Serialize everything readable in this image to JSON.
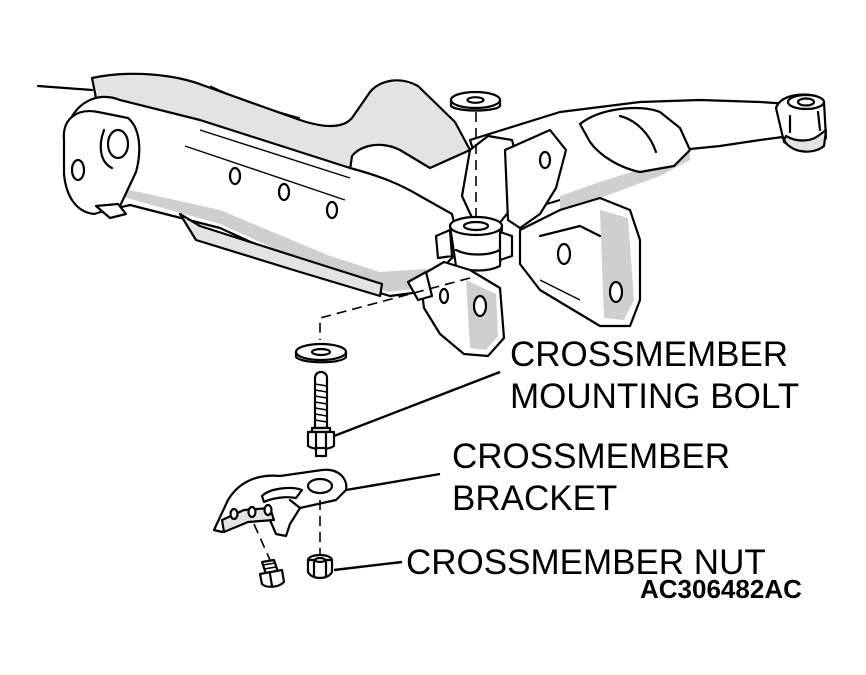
{
  "labels": {
    "bolt_line1": "CROSSMEMBER",
    "bolt_line2": "MOUNTING BOLT",
    "bracket_line1": "CROSSMEMBER",
    "bracket_line2": "BRACKET",
    "nut": "CROSSMEMBER NUT"
  },
  "figure_code": "AC306482AC"
}
